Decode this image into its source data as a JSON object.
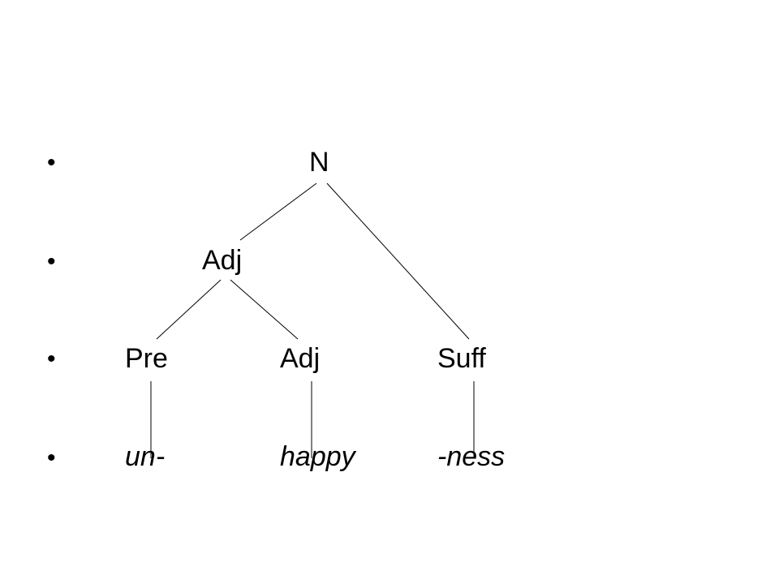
{
  "slide": {
    "background": "#ffffff",
    "text_color": "#000000"
  },
  "bullets": [
    "•",
    "•",
    "•",
    "•"
  ],
  "tree": {
    "root": "N",
    "level2": {
      "adj": "Adj"
    },
    "level3": {
      "prefix": "Pre",
      "adj": "Adj",
      "suffix": "Suff"
    },
    "morphemes": {
      "prefix": "un-",
      "stem": "happy",
      "suffix": "-ness"
    }
  }
}
